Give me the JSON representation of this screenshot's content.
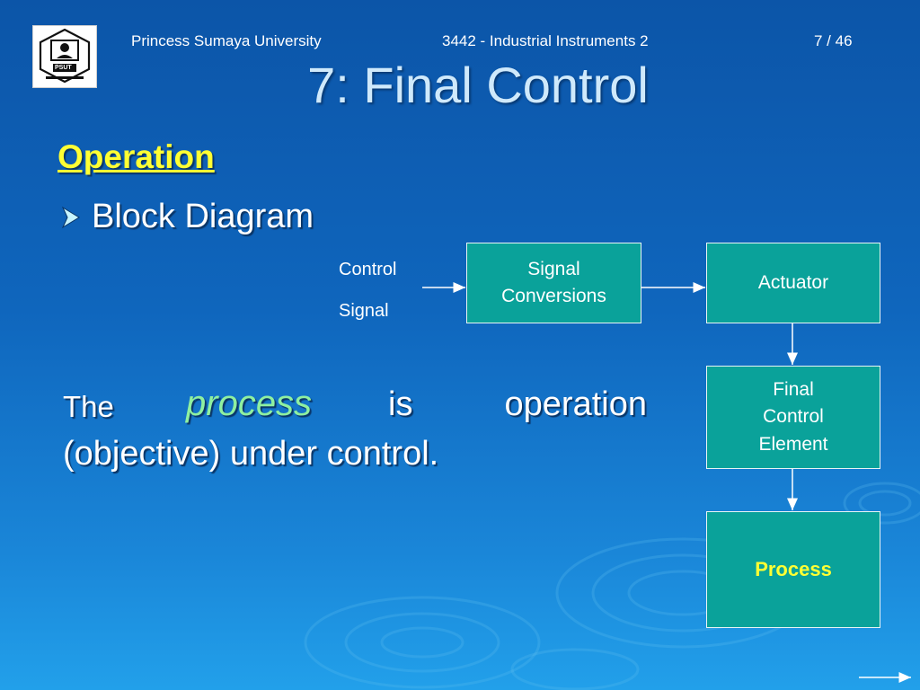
{
  "header": {
    "university": "Princess Sumaya University",
    "course": "3442 - Industrial Instruments 2",
    "page": "7 / 46"
  },
  "logo": {
    "text": "PSUT"
  },
  "title": "7: Final Control",
  "section": "Operation",
  "bullet": "Block Diagram",
  "diagram": {
    "input_label_1": "Control",
    "input_label_2": "Signal",
    "boxes": {
      "signal_conversions": "Signal\nConversions",
      "actuator": "Actuator",
      "final_control_element": "Final\nControl\nElement",
      "process": "Process"
    }
  },
  "paragraph": {
    "word_the": "The",
    "word_process": "process",
    "word_is": "is",
    "word_operation": "operation",
    "line2": "(objective) under control."
  },
  "colors": {
    "box_fill": "#0aa29a",
    "highlight_yellow": "#ffff33",
    "process_green": "#8ff0a0"
  }
}
